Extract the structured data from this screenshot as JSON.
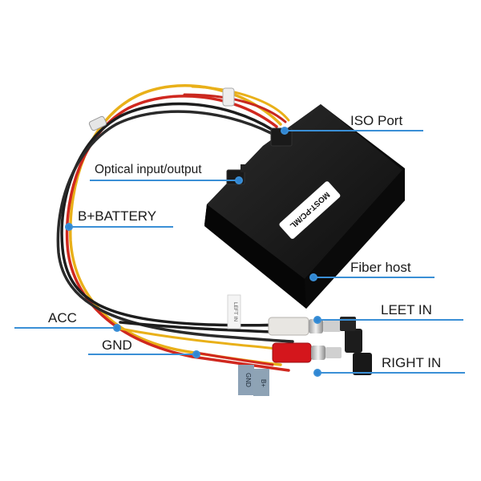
{
  "device": {
    "label_text": "MOST-PC/ML"
  },
  "tags": {
    "left_in": "LEFT IN",
    "gnd": "GND",
    "bplus": "B+"
  },
  "callouts": {
    "iso_port": "ISO Port",
    "optical": "Optical input/output",
    "battery": "B+BATTERY",
    "fiber_host": "Fiber host",
    "acc": "ACC",
    "leet_in": "LEET IN",
    "gnd": "GND",
    "right_in": "RIGHT IN"
  },
  "colors": {
    "callout_line": "#3a8fd6",
    "callout_dot": "#2f86d3",
    "box": "#141414",
    "wire_red": "#d0281f",
    "wire_yellow": "#e9b019",
    "wire_black": "#1d1d1d",
    "rca_white": "#e8e6e2",
    "rca_red": "#d4161c",
    "tag": "#8da2b6"
  }
}
